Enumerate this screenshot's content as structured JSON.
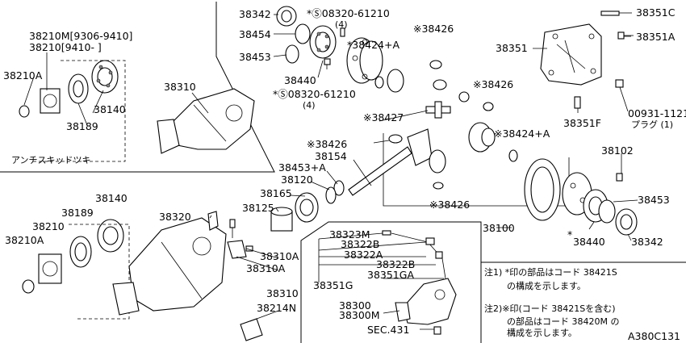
{
  "labels": {
    "l38342a": "38342",
    "l38454": "38454",
    "l38453a": "38453",
    "l38440a": "38440",
    "lscrew1": "*Ⓢ08320-61210",
    "lscrew1q": "(4)",
    "lscrew2": "*Ⓢ08320-61210",
    "lscrew2q": "(4)",
    "l38424a": "*38424+A",
    "l38426a": "※38426",
    "l38426b": "※38426",
    "l38427": "※38427",
    "l38426c": "※38426",
    "l38426d": "※38426",
    "l38424b": "※38424+A",
    "l38351c": "38351C",
    "l38351a": "38351A",
    "l38351": "38351",
    "l38351f": "38351F",
    "lplug": "00931-1121A",
    "lplugq": "プラグ (1)",
    "l38210m": "38210M[9306-9410]",
    "l38210b": "38210[9410-    ]",
    "l38210a1": "38210A",
    "l38140a": "38140",
    "l38189a": "38189",
    "l38310a": "38310",
    "lantiskid": "アンチスキッドツキ",
    "l38453b": "38453+A",
    "l38154": "38154",
    "l38120": "38120",
    "l38165": "38165",
    "l38125": "38125",
    "l38102": "38102",
    "l38453c": "38453",
    "l38440b": "38440",
    "l38440star": "*",
    "l38342b": "38342",
    "l38100": "38100",
    "l38140b": "38140",
    "l38189b": "38189",
    "l38210c": "38210",
    "l38210a2": "38210A",
    "l38320": "38320",
    "l38310aa": "38310A",
    "l38310ab": "38310A",
    "l38310b": "38310",
    "l38214n": "38214N",
    "l38323m": "38323M",
    "l38322b1": "38322B",
    "l38322a": "38322A",
    "l38322b2": "38322B",
    "l38351g": "38351G",
    "l38351ga": "38351GA",
    "l38300": "38300",
    "l38300m": "38300M",
    "lsec": "SEC.431",
    "note1a": "注1) *印の部品はコード 38421S",
    "note1b": "の構成を示します。",
    "note2a": "注2)※印(コード 38421Sを含む)",
    "note2b": "の部品はコード 38420M の",
    "note2c": "構成を示します。",
    "code": "A380C131"
  }
}
